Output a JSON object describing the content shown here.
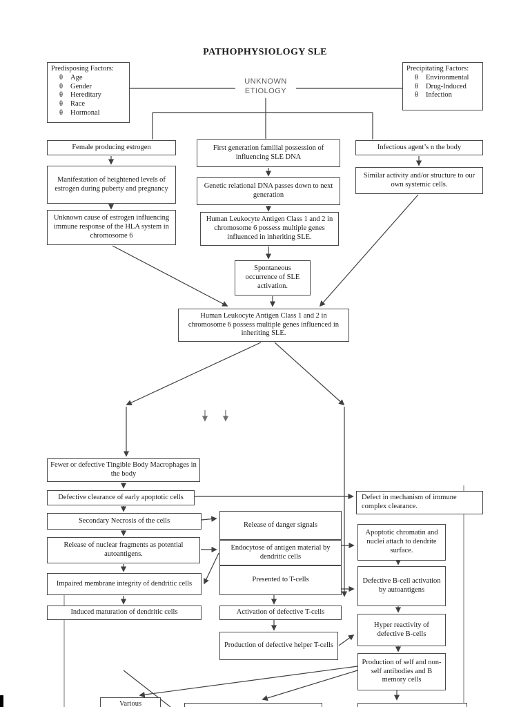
{
  "title": "PATHOPHYSIOLOGY SLE",
  "etiology": {
    "line1": "UNKNOWN",
    "line2": "ETIOLOGY"
  },
  "predisposing": {
    "heading": "Predisposing Factors:",
    "bullet": "θ",
    "items": [
      "Age",
      "Gender",
      "Hereditary",
      "Race",
      "Hormonal"
    ]
  },
  "precipitating": {
    "heading": "Precipitating Factors:",
    "bullet": "θ",
    "items": [
      "Environmental",
      "Drug-Induced",
      "Infection"
    ]
  },
  "nodes": {
    "female_estrogen": "Female producing estrogen",
    "manifestation": "Manifestation of heightened levels of estrogen during puberty and pregnancy",
    "unknown_cause": "Unknown cause of estrogen influencing immune response of the HLA system in chromosome 6",
    "first_generation": "First generation familial possession of influencing SLE DNA",
    "genetic_dna": "Genetic relational DNA passes down to next generation",
    "hla_mid": "Human Leukocyte Antigen Class 1 and 2 in chromosome 6 possess multiple genes influenced in inheriting SLE.",
    "spontaneous": "Spontaneous occurrence of SLE activation.",
    "infectious": "Infectious agent’s n the body",
    "similar_activity": "Similar activity and/or structure to our own systemic cells.",
    "hla_central": "Human Leukocyte Antigen Class 1 and 2 in chromosome 6 possess multiple genes influenced in inheriting SLE.",
    "fewer_tingible": "Fewer or defective Tingible Body Macrophages in the body",
    "defective_clearance": "Defective clearance of early apoptotic cells",
    "secondary_necrosis": "Secondary Necrosis of the cells",
    "release_nuclear": "Release of nuclear fragments as potential autoantigens.",
    "impaired_membrane": "Impaired membrane integrity of dendritic cells",
    "induced_maturation": "Induced maturation of dendritic cells",
    "release_danger": "Release of danger signals",
    "endocytose": "Endocytose of antigen material by dendritic cells",
    "presented_t": "Presented to T-cells",
    "activation_t": "Activation of defective T-cells",
    "production_helper": "Production of defective helper T-cells",
    "defect_mechanism": "Defect in mechanism of immune complex clearance.",
    "apoptotic_chromatin": "Apoptotic chromatin and nuclei attach to dendrite surface.",
    "defective_bcell": "Defective B-cell activation by autoantigens",
    "hyper_reactivity": "Hyper reactivity of defective B-cells",
    "production_self": "Production of self and non-self antibodies and B memory cells",
    "various": "Various"
  },
  "colors": {
    "line": "#3f3f3f",
    "muted_line": "#8a8a8a",
    "box_border": "#4a4a4a",
    "etiology_text": "#595959",
    "text": "#1a1a1a",
    "background": "#ffffff"
  }
}
